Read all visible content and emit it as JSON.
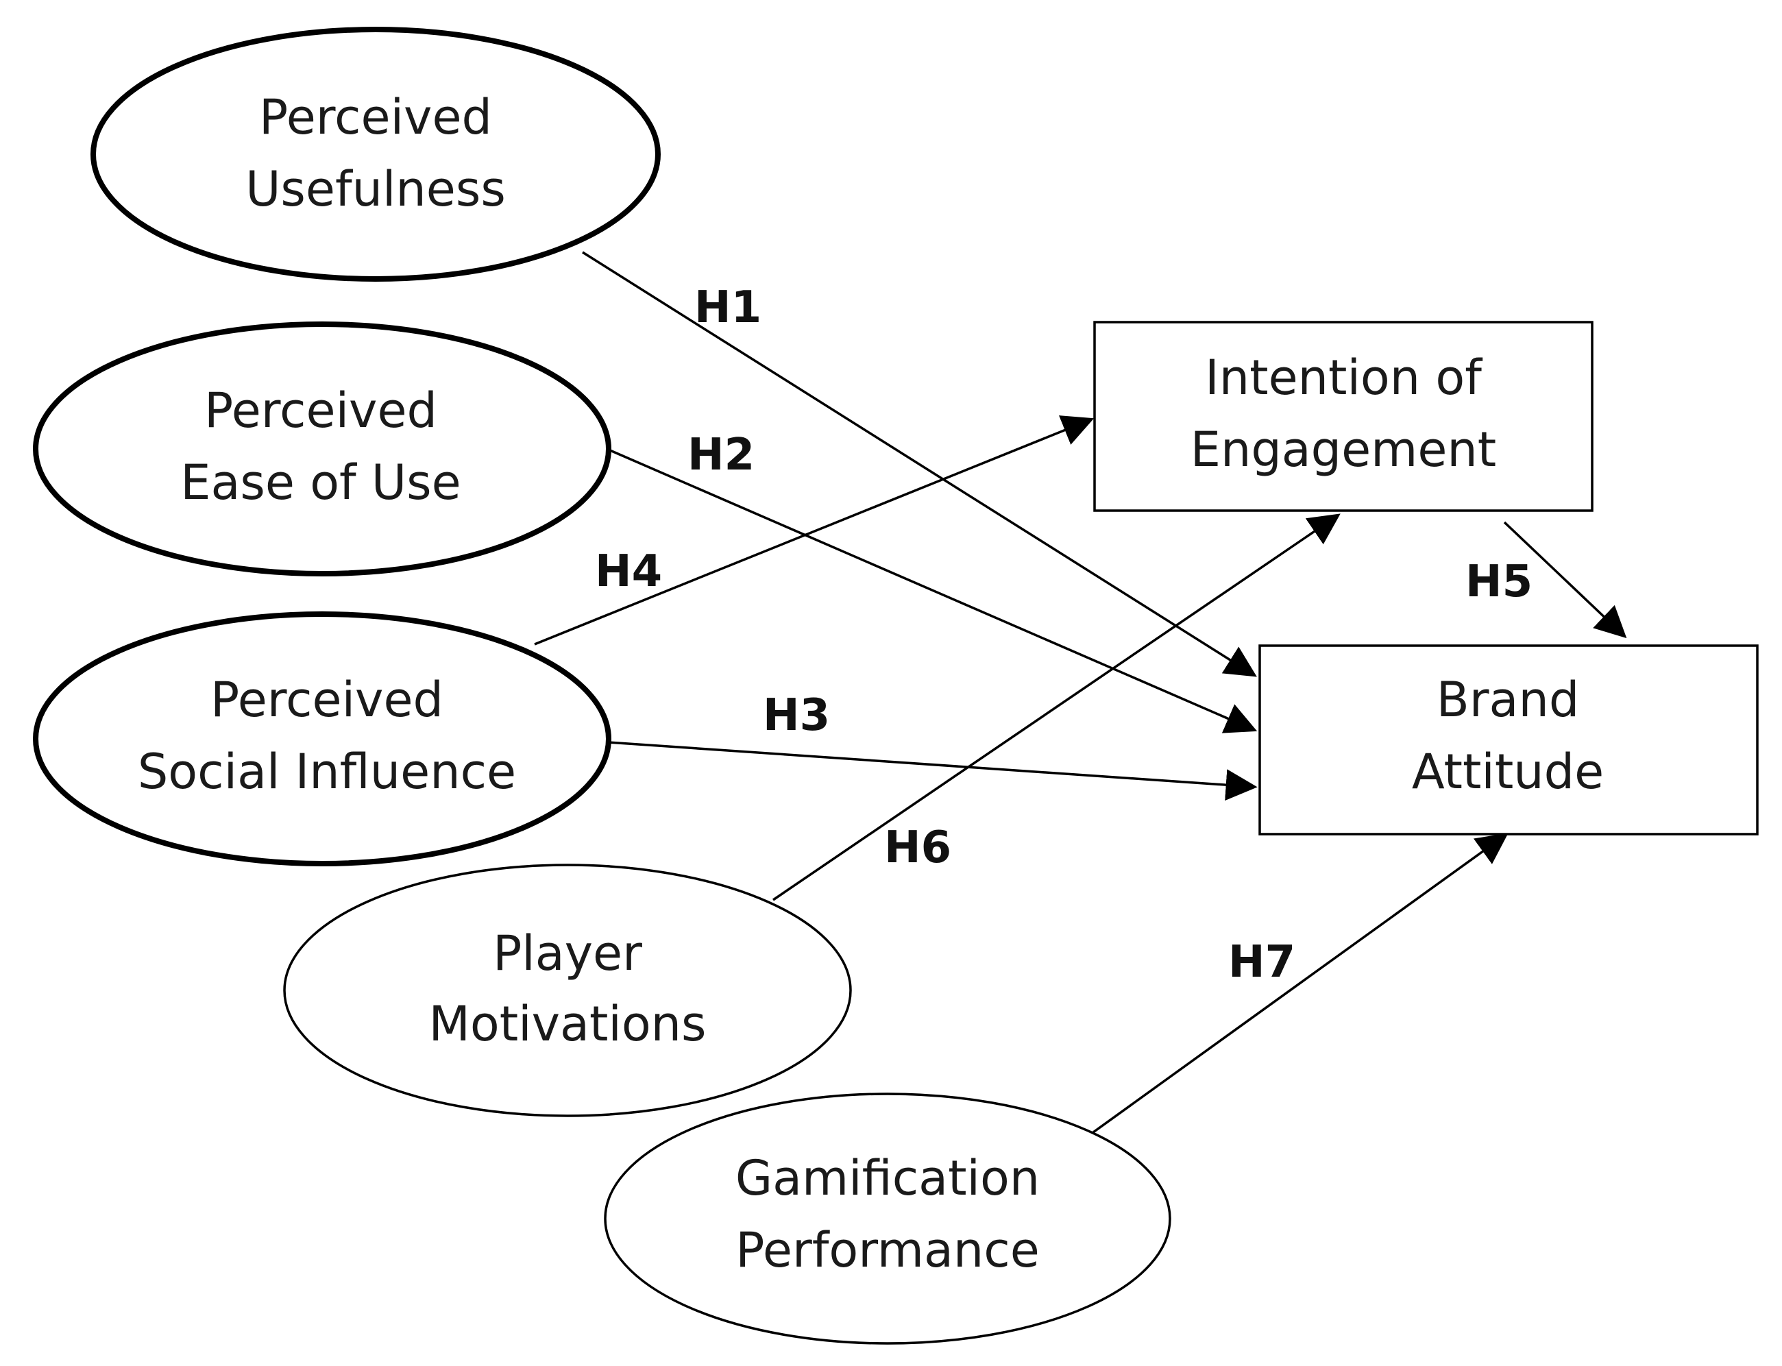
{
  "nodes": {
    "perceived_usefulness": {
      "lines": [
        "Perceived",
        "Usefulness"
      ]
    },
    "perceived_ease_of_use": {
      "lines": [
        "Perceived",
        "Ease of Use"
      ]
    },
    "perceived_social_influence": {
      "lines": [
        "Perceived",
        "Social Influence"
      ]
    },
    "player_motivations": {
      "lines": [
        "Player",
        "Motivations"
      ]
    },
    "gamification_performance": {
      "lines": [
        "Gamification",
        "Performance"
      ]
    },
    "intention_of_engagement": {
      "lines": [
        "Intention of",
        "Engagement"
      ]
    },
    "brand_attitude": {
      "lines": [
        "Brand",
        "Attitude"
      ]
    }
  },
  "edges": {
    "h1": {
      "label": "H1",
      "from": "Perceived Usefulness",
      "to": "Brand Attitude"
    },
    "h2": {
      "label": "H2",
      "from": "Perceived Ease of Use",
      "to": "Brand Attitude"
    },
    "h3": {
      "label": "H3",
      "from": "Perceived Social Influence",
      "to": "Brand Attitude"
    },
    "h4": {
      "label": "H4",
      "from": "Perceived Social Influence",
      "to": "Intention of Engagement"
    },
    "h5": {
      "label": "H5",
      "from": "Intention of Engagement",
      "to": "Brand Attitude"
    },
    "h6": {
      "label": "H6",
      "from": "Player Motivations",
      "to": "Intention of Engagement"
    },
    "h7": {
      "label": "H7",
      "from": "Gamification Performance",
      "to": "Brand Attitude"
    }
  },
  "colors": {
    "stroke": "#000000",
    "text": "#1a1a1a",
    "background": "#ffffff"
  }
}
